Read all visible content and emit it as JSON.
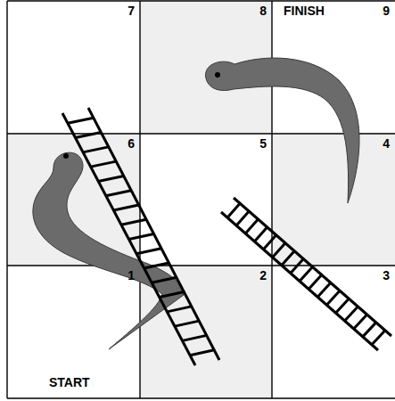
{
  "diagram": {
    "nodes": [
      {
        "text": [
          "7"
        ]
      },
      {
        "text": [
          "8"
        ]
      },
      {
        "text": [
          "FINISH",
          "9"
        ]
      },
      {
        "text": [
          "6"
        ]
      },
      {
        "text": [
          "5"
        ]
      },
      {
        "text": [
          "4"
        ]
      },
      {
        "text": [
          "1",
          "START"
        ]
      },
      {
        "text": [
          "2"
        ]
      },
      {
        "text": [
          "3"
        ]
      }
    ]
  }
}
